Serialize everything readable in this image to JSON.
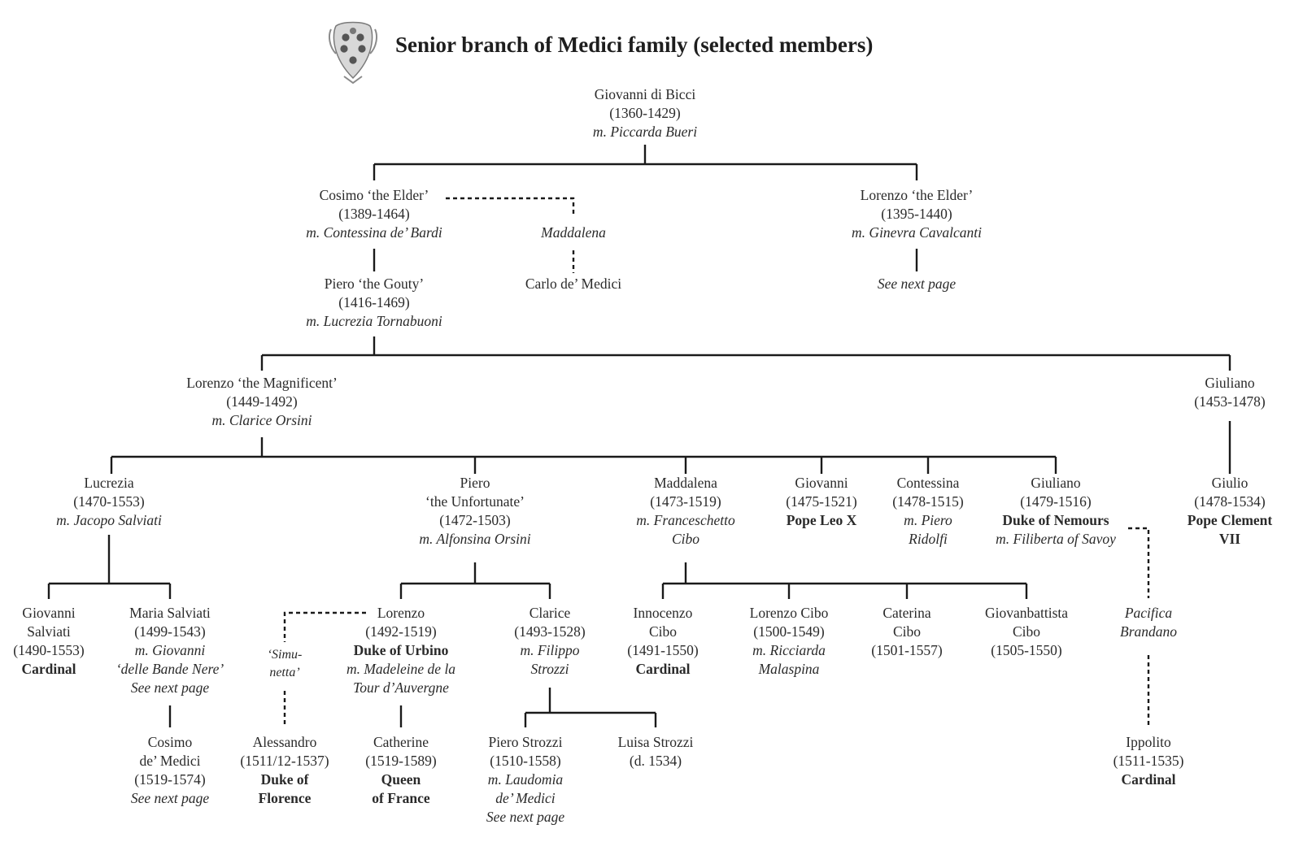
{
  "title": "Senior branch of Medici family (selected members)",
  "crest_icon": "medici-coat-of-arms",
  "colors": {
    "line": "#1a1a1a",
    "text": "#2a2a2a"
  },
  "people": {
    "giovanni_di_bicci": {
      "name": "Giovanni di Bicci",
      "dates": "(1360-1429)",
      "spouse": "m. Piccarda Bueri"
    },
    "cosimo_elder": {
      "name": "Cosimo ‘the Elder’",
      "dates": "(1389-1464)",
      "spouse": "m. Contessina de’ Bardi"
    },
    "maddalena_mistress": {
      "name": "Maddalena"
    },
    "lorenzo_elder": {
      "name": "Lorenzo ‘the Elder’",
      "dates": "(1395-1440)",
      "spouse": "m. Ginevra Cavalcanti"
    },
    "lorenzo_elder_next": {
      "note": "See next page"
    },
    "piero_gouty": {
      "name": "Piero ‘the Gouty’",
      "dates": "(1416-1469)",
      "spouse": "m. Lucrezia Tornabuoni"
    },
    "carlo": {
      "name": "Carlo de’ Medici"
    },
    "lorenzo_magnificent": {
      "name": "Lorenzo ‘the Magnificent’",
      "dates": "(1449-1492)",
      "spouse": "m. Clarice Orsini"
    },
    "giuliano_1453": {
      "name": "Giuliano",
      "dates": "(1453-1478)"
    },
    "lucrezia": {
      "name": "Lucrezia",
      "dates": "(1470-1553)",
      "spouse": "m. Jacopo Salviati"
    },
    "piero_unfortunate": {
      "name": "Piero",
      "epithet": "‘the Unfortunate’",
      "dates": "(1472-1503)",
      "spouse": "m. Alfonsina Orsini"
    },
    "maddalena": {
      "name": "Maddalena",
      "dates": "(1473-1519)",
      "spouse": "m. Franceschetto",
      "spouse2": "Cibo"
    },
    "giovanni_leo": {
      "name": "Giovanni",
      "dates": "(1475-1521)",
      "title": "Pope Leo X"
    },
    "contessina": {
      "name": "Contessina",
      "dates": "(1478-1515)",
      "spouse": "m. Piero",
      "spouse2": "Ridolfi"
    },
    "giuliano_nemours": {
      "name": "Giuliano",
      "dates": "(1479-1516)",
      "title": "Duke of Nemours",
      "spouse": "m. Filiberta of Savoy"
    },
    "giulio": {
      "name": "Giulio",
      "dates": "(1478-1534)",
      "title": "Pope Clement",
      "title2": "VII"
    },
    "giovanni_salviati": {
      "name": "Giovanni",
      "name2": "Salviati",
      "dates": "(1490-1553)",
      "title": "Cardinal"
    },
    "maria_salviati": {
      "name": "Maria Salviati",
      "dates": "(1499-1543)",
      "spouse": "m. Giovanni",
      "spouse2": "‘delle Bande Nere’",
      "note": "See next page"
    },
    "simunetta": {
      "name": "‘Simu-",
      "name2": "netta’"
    },
    "lorenzo_urbino": {
      "name": "Lorenzo",
      "dates": "(1492-1519)",
      "title": "Duke of Urbino",
      "spouse": "m. Madeleine de la",
      "spouse2": "Tour d’Auvergne"
    },
    "clarice": {
      "name": "Clarice",
      "dates": "(1493-1528)",
      "spouse": "m. Filippo",
      "spouse2": "Strozzi"
    },
    "innocenzo": {
      "name": "Innocenzo",
      "name2": "Cibo",
      "dates": "(1491-1550)",
      "title": "Cardinal"
    },
    "lorenzo_cibo": {
      "name": "Lorenzo Cibo",
      "dates": "(1500-1549)",
      "spouse": "m. Ricciarda",
      "spouse2": "Malaspina"
    },
    "caterina_cibo": {
      "name": "Caterina",
      "name2": "Cibo",
      "dates": "(1501-1557)"
    },
    "giovanbattista": {
      "name": "Giovanbattista",
      "name2": "Cibo",
      "dates": "(1505-1550)"
    },
    "pacifica": {
      "name": "Pacifica",
      "name2": "Brandano"
    },
    "cosimo_medici": {
      "name": "Cosimo",
      "name2": "de’ Medici",
      "dates": "(1519-1574)",
      "note": "See next page"
    },
    "alessandro": {
      "name": "Alessandro",
      "dates": "(1511/12-1537)",
      "title": "Duke of",
      "title2": "Florence"
    },
    "catherine": {
      "name": "Catherine",
      "dates": "(1519-1589)",
      "title": "Queen",
      "title2": "of France"
    },
    "piero_strozzi": {
      "name": "Piero Strozzi",
      "dates": "(1510-1558)",
      "spouse": "m. Laudomia",
      "spouse2": "de’ Medici",
      "note": "See next page"
    },
    "luisa_strozzi": {
      "name": "Luisa Strozzi",
      "dates": "(d. 1534)"
    },
    "ippolito": {
      "name": "Ippolito",
      "dates": "(1511-1535)",
      "title": "Cardinal"
    }
  }
}
